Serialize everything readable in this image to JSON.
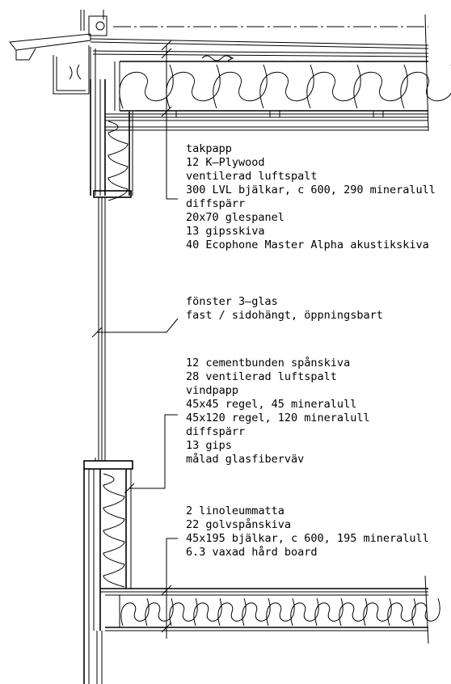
{
  "annotations": [
    {
      "id": "roof",
      "lines": [
        "takpapp",
        "12 K—Plywood",
        "ventilerad luftspalt",
        "300 LVL bjälkar, c 600, 290 mineralull",
        "diffspärr",
        "20x70 glespanel",
        "13 gipsskiva",
        "40 Ecophone Master Alpha akustikskiva"
      ]
    },
    {
      "id": "window",
      "lines": [
        "fönster 3—glas",
        "fast / sidohängt, öppningsbart"
      ]
    },
    {
      "id": "wall",
      "lines": [
        "12 cementbunden spånskiva",
        "28 ventilerad luftspalt",
        "vindpapp",
        "45x45 regel, 45 mineralull",
        "45x120 regel, 120 mineralull",
        "diffspärr",
        "13 gips",
        "målad glasfiberväv"
      ]
    },
    {
      "id": "floor",
      "lines": [
        "2 linoleummatta",
        "22 golvspånskiva",
        "45x195 bjälkar, c 600, 195 mineralull",
        "6.3 vaxad hård board"
      ]
    }
  ]
}
